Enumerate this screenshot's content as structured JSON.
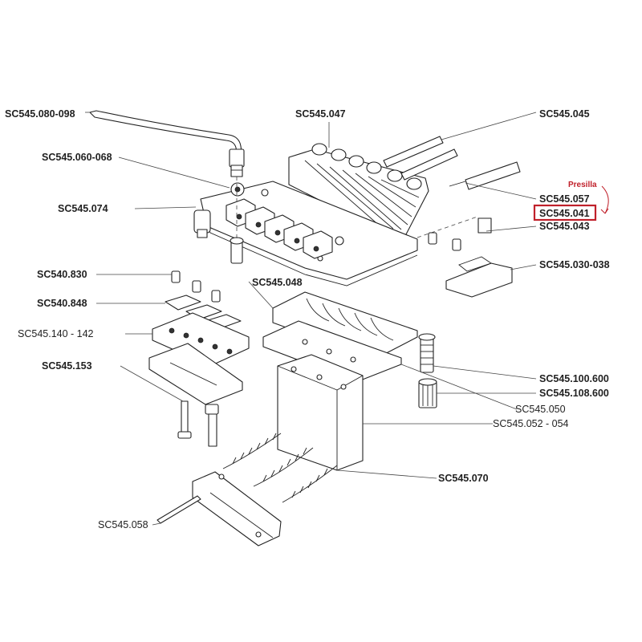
{
  "labels": {
    "l080": "SC545.080-098",
    "l047": "SC545.047",
    "l045": "SC545.045",
    "l060": "SC545.060-068",
    "l074": "SC545.074",
    "l057": "SC545.057",
    "l041": "SC545.041",
    "l043": "SC545.043",
    "l030": "SC545.030-038",
    "l048": "SC545.048",
    "l830": "SC540.830",
    "l848": "SC540.848",
    "l140": "SC545.140 - 142",
    "l153": "SC545.153",
    "l100": "SC545.100.600",
    "l108": "SC545.108.600",
    "l050": "SC545.050",
    "l052": "SC545.052 - 054",
    "l070": "SC545.070",
    "l058": "SC545.058"
  },
  "annotation": {
    "note": "Presilla",
    "highlighted_part": "SC545.041",
    "highlight_color": "#c0202a"
  }
}
